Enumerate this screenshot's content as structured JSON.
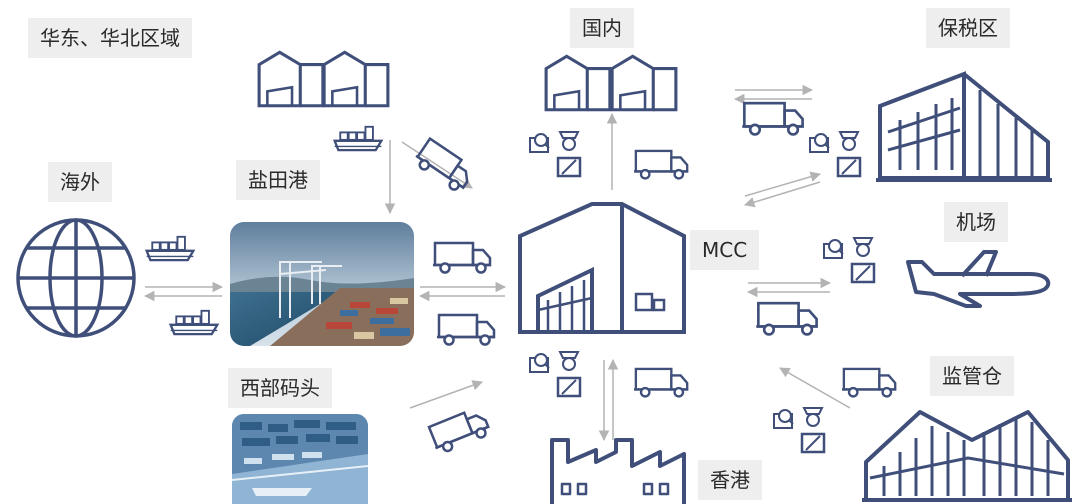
{
  "labels": {
    "east_north": "华东、华北区域",
    "overseas": "海外",
    "yantian": "盐田港",
    "west_wharf": "西部码头",
    "domestic": "国内",
    "mcc": "MCC",
    "bonded": "保税区",
    "airport": "机场",
    "supervised": "监管仓",
    "hongkong": "香港"
  },
  "colors": {
    "icon_stroke": "#3f4f7a",
    "arrow": "#b3b3b3",
    "label_bg": "#eeeeee",
    "label_text": "#2a2a2a"
  },
  "icons": [
    "globe-icon",
    "cargo-ship-icon",
    "truck-icon",
    "warehouse-icon",
    "customs-officer-icon",
    "bonded-building-icon",
    "airplane-icon",
    "factory-icon",
    "supervised-warehouse-icon",
    "mcc-building-icon"
  ]
}
